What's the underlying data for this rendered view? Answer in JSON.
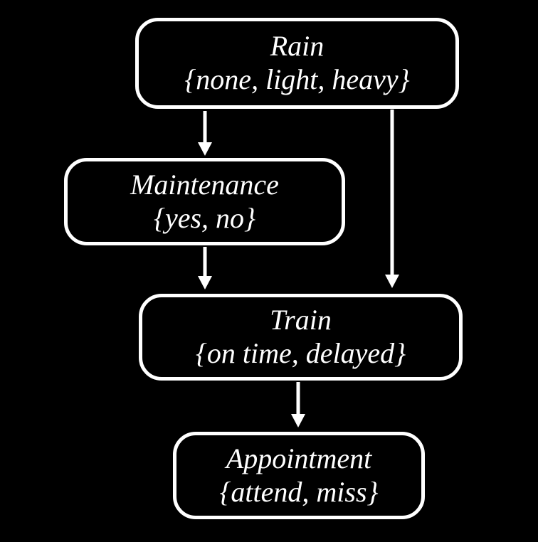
{
  "page": {
    "background_color": "#000000"
  },
  "diagram": {
    "type": "bayesian-network",
    "node_border_color": "#ffffff",
    "node_fill_color": "#000000",
    "text_color": "#ffffff",
    "arrow_color": "#ffffff",
    "nodes": [
      {
        "id": "rain",
        "label": "Rain",
        "values": "{none, light, heavy}"
      },
      {
        "id": "maintenance",
        "label": "Maintenance",
        "values": "{yes, no}"
      },
      {
        "id": "train",
        "label": "Train",
        "values": "{on time, delayed}"
      },
      {
        "id": "appointment",
        "label": "Appointment",
        "values": "{attend, miss}"
      }
    ],
    "edges": [
      {
        "from": "Rain",
        "to": "Maintenance"
      },
      {
        "from": "Rain",
        "to": "Train"
      },
      {
        "from": "Maintenance",
        "to": "Train"
      },
      {
        "from": "Train",
        "to": "Appointment"
      }
    ]
  }
}
